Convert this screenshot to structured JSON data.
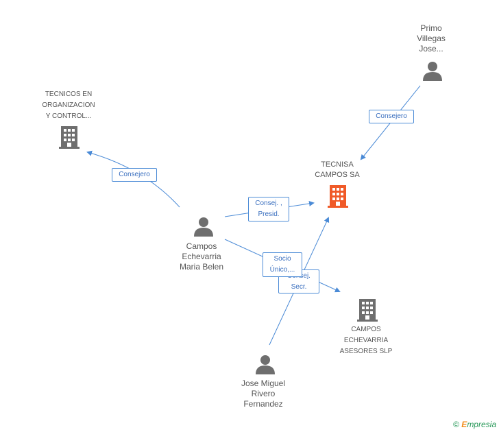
{
  "nodes": {
    "tecnicos": {
      "label": "TECNICOS EN\nORGANIZACION\nY CONTROL..."
    },
    "primo": {
      "label": "Primo\nVillegas\nJose..."
    },
    "tecnisa": {
      "label": "TECNISA\nCAMPOS SA"
    },
    "campos_maria": {
      "label": "Campos\nEchevarria\nMaria Belen"
    },
    "campos_asesores": {
      "label": "CAMPOS\nECHEVARRIA\nASESORES SLP"
    },
    "jose_miguel": {
      "label": "Jose Miguel\nRivero\nFernandez"
    }
  },
  "edges": {
    "consejero_left": "Consejero",
    "consejero_right": "Consejero",
    "consej_presid": "Consej. ,\nPresid.",
    "socio_unico": "Socio\nÚnico,...",
    "consej_secr": "Consej.\nSecr."
  },
  "colors": {
    "edge": "#4a8ad6",
    "person_icon": "#6e6e6e",
    "company_icon": "#6e6e6e",
    "highlight_company_icon": "#f05a28"
  },
  "footer": {
    "copyright": "©",
    "brand_e": "E",
    "brand_rest": "mpresia"
  }
}
